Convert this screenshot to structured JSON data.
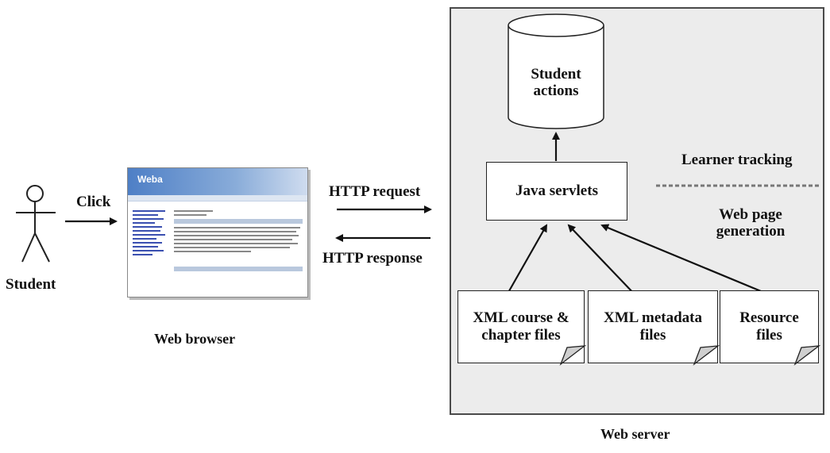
{
  "student": {
    "label": "Student",
    "action_label": "Click"
  },
  "browser": {
    "label": "Web browser",
    "screenshot_title": "Weba"
  },
  "http": {
    "request_label": "HTTP request",
    "response_label": "HTTP response"
  },
  "server": {
    "label": "Web server",
    "database_label": "Student actions",
    "servlets_label": "Java servlets",
    "learner_tracking_label": "Learner tracking",
    "page_generation_label": "Web page generation",
    "files": [
      {
        "label": "XML course & chapter files"
      },
      {
        "label": "XML metadata files"
      },
      {
        "label": "Resource files"
      }
    ]
  },
  "colors": {
    "panel": "#ececec",
    "stroke": "#222222",
    "browser_header": "#4e7fc6"
  }
}
